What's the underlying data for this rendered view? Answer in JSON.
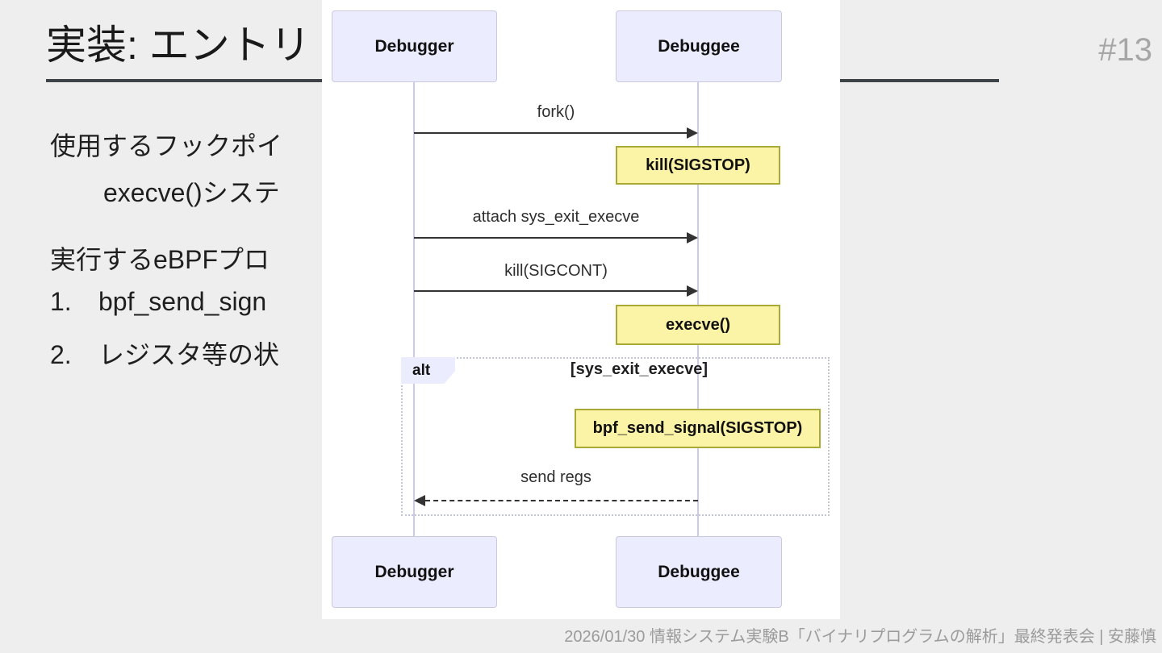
{
  "slide": {
    "title": "実装: エントリ",
    "page_number": "#13",
    "body_lines": [
      {
        "text": "使用するフックポイ"
      },
      {
        "text": "execve()システ"
      },
      {
        "text": "実行するeBPFプロ"
      }
    ],
    "list_items": [
      {
        "num": "1.",
        "text": "bpf_send_sign"
      },
      {
        "num": "2.",
        "text": "レジスタ等の状"
      }
    ],
    "footer": "2026/01/30 情報システム実験B「バイナリプログラムの解析」最終発表会 | 安藤慎"
  },
  "diagram": {
    "type": "sequence",
    "actors": {
      "left": "Debugger",
      "right": "Debuggee"
    },
    "messages": {
      "fork": "fork()",
      "attach": "attach sys_exit_execve",
      "sigcont": "kill(SIGCONT)",
      "send_regs": "send regs"
    },
    "notes": {
      "sigstop": "kill(SIGSTOP)",
      "execve": "execve()",
      "bpf_send": "bpf_send_signal(SIGSTOP)"
    },
    "alt": {
      "label": "alt",
      "condition": "[sys_exit_execve]"
    },
    "colors": {
      "slide_background": "#EEEEEE",
      "panel_background": "#FFFFFF",
      "note_fill": "#FBF3A6",
      "note_border": "#A9A938",
      "actor_fill": "#ECECFF",
      "actor_border": "#C9C9E2",
      "lifeline": "#CCCCE3",
      "arrow": "#333333",
      "alt_border": "#C5C5DC",
      "underline": "#3E4347",
      "muted_text": "#A6A6A6"
    }
  }
}
